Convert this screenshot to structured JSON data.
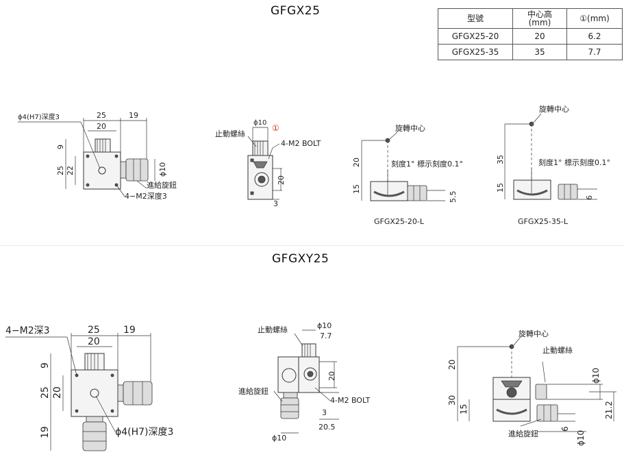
{
  "titles": {
    "top": "GFGX25",
    "bottom": "GFGXY25"
  },
  "spec_table": {
    "headers": [
      "型號",
      "中心高\n(mm)",
      "①(mm)"
    ],
    "rows": [
      [
        "GFGX25-20",
        "20",
        "6.2"
      ],
      [
        "GFGX25-35",
        "35",
        "7.7"
      ]
    ]
  },
  "labels": {
    "phi4_h7_depth3": "ϕ4(H7)深度3",
    "phi4_h7_depth3_b": "ϕ4(H7)深度3",
    "feed_knob": "進給旋鈕",
    "m2_depth3": "4−M2深度3",
    "m2_depth3_b": "4−M2深3",
    "lock_screw": "止動螺絲",
    "m2_bolt": "4-M2 BOLT",
    "rotation_center": "旋轉中心",
    "scale_text": "刻度1° 標示刻度0.1°",
    "circled_one": "①",
    "model_20_l": "GFGX25-20-L",
    "model_35_l": "GFGX25-35-L",
    "phi10": "ϕ10"
  },
  "dims": {
    "d25": "25",
    "d20": "20",
    "d19": "19",
    "d9": "9",
    "d22": "22",
    "d10": "10",
    "d3": "3",
    "d15": "15",
    "d35": "35",
    "d55": "5.5",
    "d6": "6",
    "d77": "7.7",
    "d205": "20.5",
    "d30": "30",
    "d212": "21.2"
  }
}
